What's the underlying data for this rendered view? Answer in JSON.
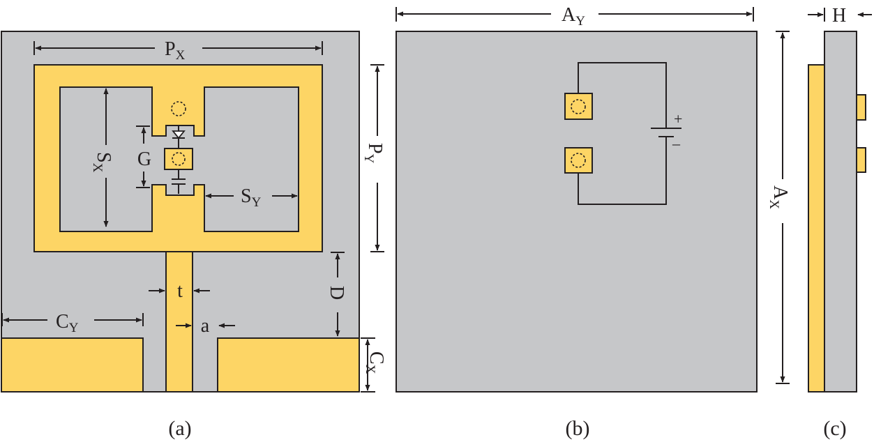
{
  "panels": {
    "a": {
      "caption": "(a)",
      "labels": {
        "px_main": "P",
        "px_sub": "X",
        "sx_main": "S",
        "sx_sub": "X",
        "g": "G",
        "sy_main": "S",
        "sy_sub": "Y",
        "t": "t",
        "a": "a",
        "cy_main": "C",
        "cy_sub": "Y",
        "d": "D",
        "cx_main": "C",
        "cx_sub": "X",
        "py_main": "P",
        "py_sub": "Y"
      }
    },
    "b": {
      "caption": "(b)",
      "labels": {
        "ay_main": "A",
        "ay_sub": "Y",
        "plus": "+",
        "minus": "–"
      }
    },
    "c": {
      "caption": "(c)",
      "labels": {
        "h": "H",
        "ax_main": "A",
        "ax_sub": "X"
      }
    }
  },
  "colors": {
    "substrate": "#c6c7c9",
    "metal": "#fdd565",
    "line": "#231f20"
  }
}
